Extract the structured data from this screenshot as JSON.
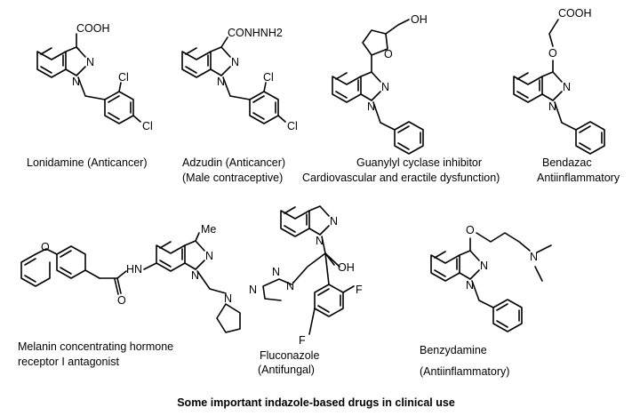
{
  "figure": {
    "title": "Some important indazole-based drugs in clinical use",
    "compounds": [
      {
        "id": "lonidamine",
        "lines": [
          "Lonidamine (Anticancer)"
        ],
        "atoms": [
          "COOH",
          "N",
          "N",
          "Cl",
          "Cl"
        ]
      },
      {
        "id": "adzudin",
        "lines": [
          "Adzudin (Anticancer)",
          "(Male contraceptive)"
        ],
        "atoms": [
          "CONHNH2",
          "N",
          "N",
          "Cl",
          "Cl"
        ]
      },
      {
        "id": "guanylyl",
        "lines": [
          "Guanylyl cyclase inhibitor",
          "Cardiovascular and eractile dysfunction)"
        ],
        "atoms": [
          "O",
          "OH",
          "N",
          "N"
        ]
      },
      {
        "id": "bendazac",
        "lines": [
          "Bendazac",
          "Antiinflammatory"
        ],
        "atoms": [
          "COOH",
          "O",
          "N",
          "N"
        ]
      },
      {
        "id": "mch",
        "lines": [
          "Melanin concentrating hormone",
          "receptor I antagonist"
        ],
        "atoms": [
          "Me",
          "N",
          "N",
          "HN",
          "O",
          "O",
          "N"
        ]
      },
      {
        "id": "fluconazole",
        "lines": [
          "Fluconazole",
          "(Antifungal)"
        ],
        "atoms": [
          "N",
          "N",
          "N",
          "N",
          "N",
          "OH",
          "F",
          "F"
        ]
      },
      {
        "id": "benzydamine",
        "lines": [
          "Benzydamine",
          "(Antiinflammatory)"
        ],
        "atoms": [
          "O",
          "N",
          "N",
          "N"
        ]
      }
    ]
  }
}
